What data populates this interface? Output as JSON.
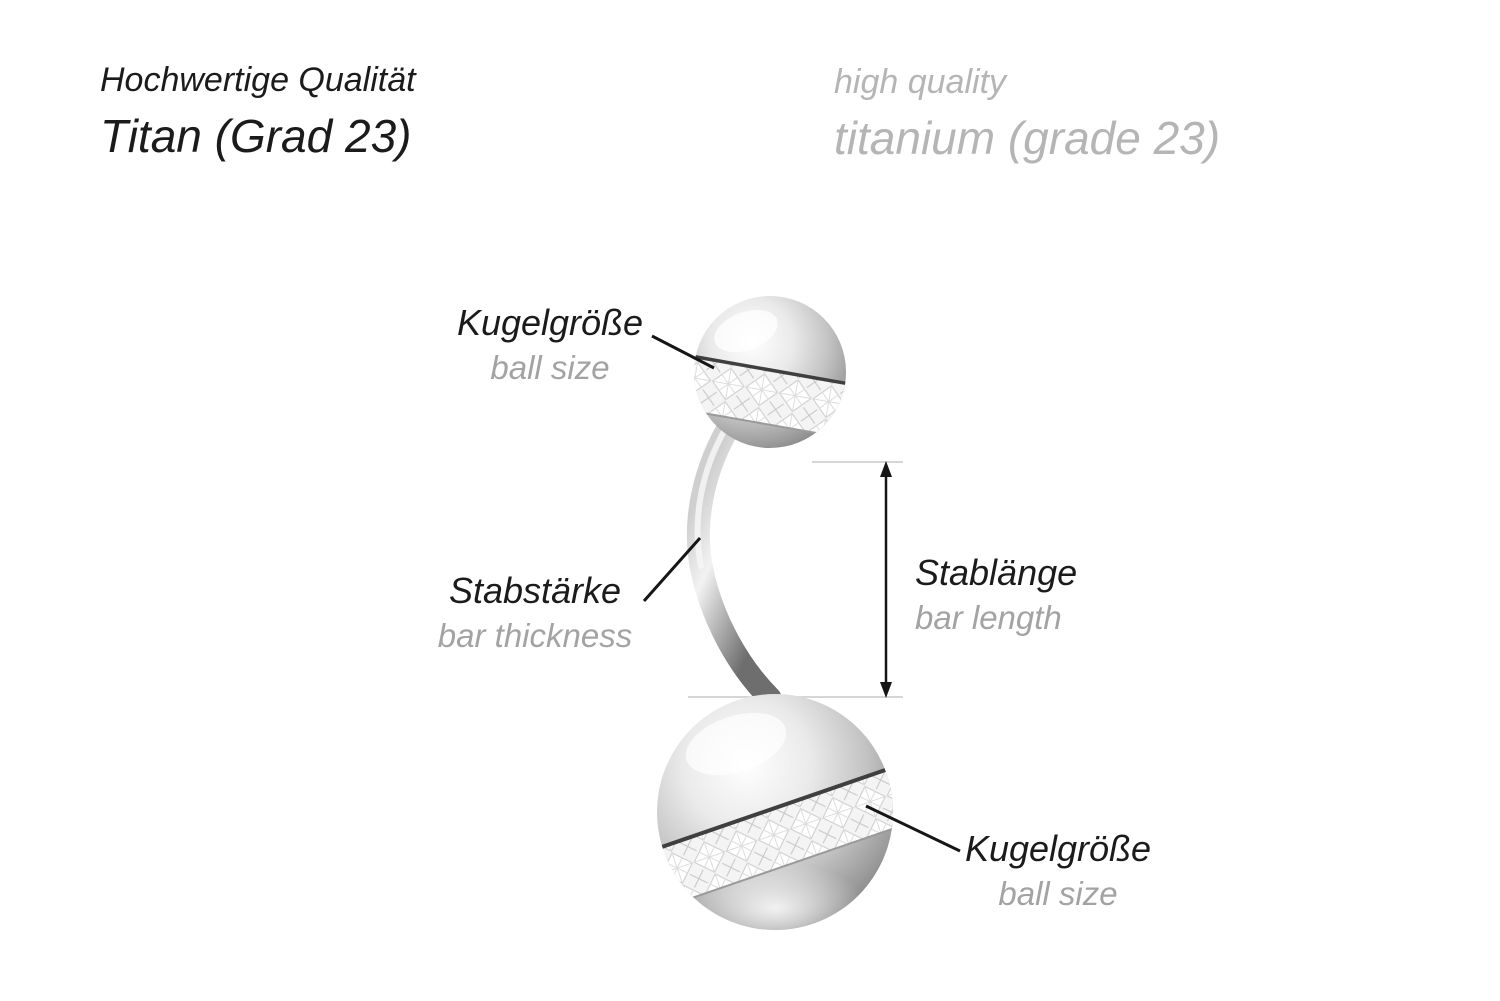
{
  "header": {
    "de_line1": "Hochwertige Qualität",
    "de_line2": "Titan (Grad 23)",
    "en_line1": "high quality",
    "en_line2": "titanium (grade 23)"
  },
  "annotations": {
    "ball_size_top": {
      "de": "Kugelgröße",
      "en": "ball size"
    },
    "bar_thickness": {
      "de": "Stabstärke",
      "en": "bar thickness"
    },
    "bar_length": {
      "de": "Stablänge",
      "en": "bar length"
    },
    "ball_size_bottom": {
      "de": "Kugelgröße",
      "en": "ball size"
    }
  },
  "colors": {
    "label_dark": "#1b1b1b",
    "label_gray_header": "#b5b5b5",
    "label_gray_annotation": "#a3a3a3",
    "metal_light": "#f1f1f1",
    "metal_dark": "#838383"
  }
}
